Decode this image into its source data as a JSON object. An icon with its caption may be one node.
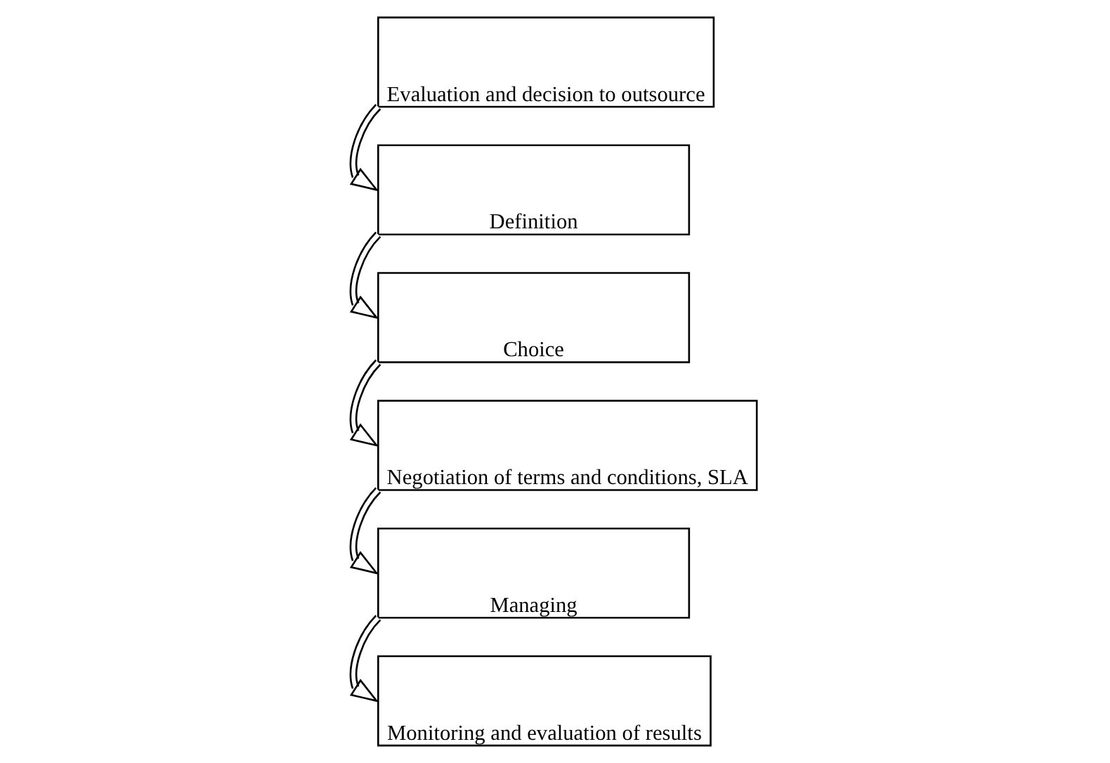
{
  "diagram": {
    "nodes": [
      {
        "text": [
          "Evaluation and decision to outsource"
        ]
      },
      {
        "text": [
          "Definition"
        ]
      },
      {
        "text": [
          "Choice"
        ]
      },
      {
        "text": [
          "Negotiation of terms and conditions, SLA"
        ]
      },
      {
        "text": [
          "Managing"
        ]
      },
      {
        "text": [
          "Monitoring and evaluation of results"
        ]
      }
    ],
    "edges": [
      {
        "from": 0,
        "to": 1,
        "arrow": "to"
      },
      {
        "from": 1,
        "to": 2,
        "arrow": "to"
      },
      {
        "from": 2,
        "to": 3,
        "arrow": "to"
      },
      {
        "from": 3,
        "to": 4,
        "arrow": "to"
      },
      {
        "from": 4,
        "to": 5,
        "arrow": "to"
      }
    ]
  }
}
